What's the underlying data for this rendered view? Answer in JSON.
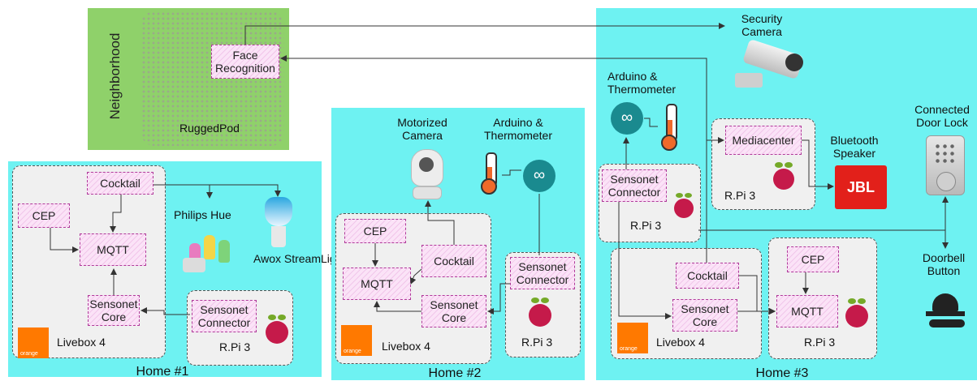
{
  "neighborhood": {
    "label": "Neighborhood",
    "ruggedpod": "RuggedPod",
    "face_recognition": "Face Recognition"
  },
  "home1": {
    "title": "Home #1",
    "cocktail": "Cocktail",
    "cep": "CEP",
    "mqtt": "MQTT",
    "sensonet_core": "Sensonet Core",
    "sensonet_connector": "Sensonet Connector",
    "livebox": "Livebox 4",
    "rpi": "R.Pi 3",
    "philips_hue": "Philips Hue",
    "awox": "Awox StreamLight"
  },
  "home2": {
    "title": "Home #2",
    "cep": "CEP",
    "mqtt": "MQTT",
    "cocktail": "Cocktail",
    "sensonet_core": "Sensonet Core",
    "sensonet_connector": "Sensonet Connector",
    "livebox": "Livebox 4",
    "rpi": "R.Pi 3",
    "motorized_camera": "Motorized Camera",
    "arduino": "Arduino & Thermometer"
  },
  "home3": {
    "title": "Home #3",
    "security_camera": "Security Camera",
    "arduino": "Arduino & Thermometer",
    "mediacenter": "Mediacenter",
    "bluetooth_speaker": "Bluetooth Speaker",
    "door_lock": "Connected Door Lock",
    "doorbell": "Doorbell Button",
    "sensonet_connector": "Sensonet Connector",
    "rpi_a": "R.Pi 3",
    "rpi_b": "R.Pi 3",
    "rpi_c": "R.Pi 3",
    "cocktail": "Cocktail",
    "sensonet_core": "Sensonet Core",
    "cep": "CEP",
    "mqtt": "MQTT",
    "livebox": "Livebox 4"
  },
  "brand": {
    "orange": "orange",
    "jbl": "JBL"
  }
}
